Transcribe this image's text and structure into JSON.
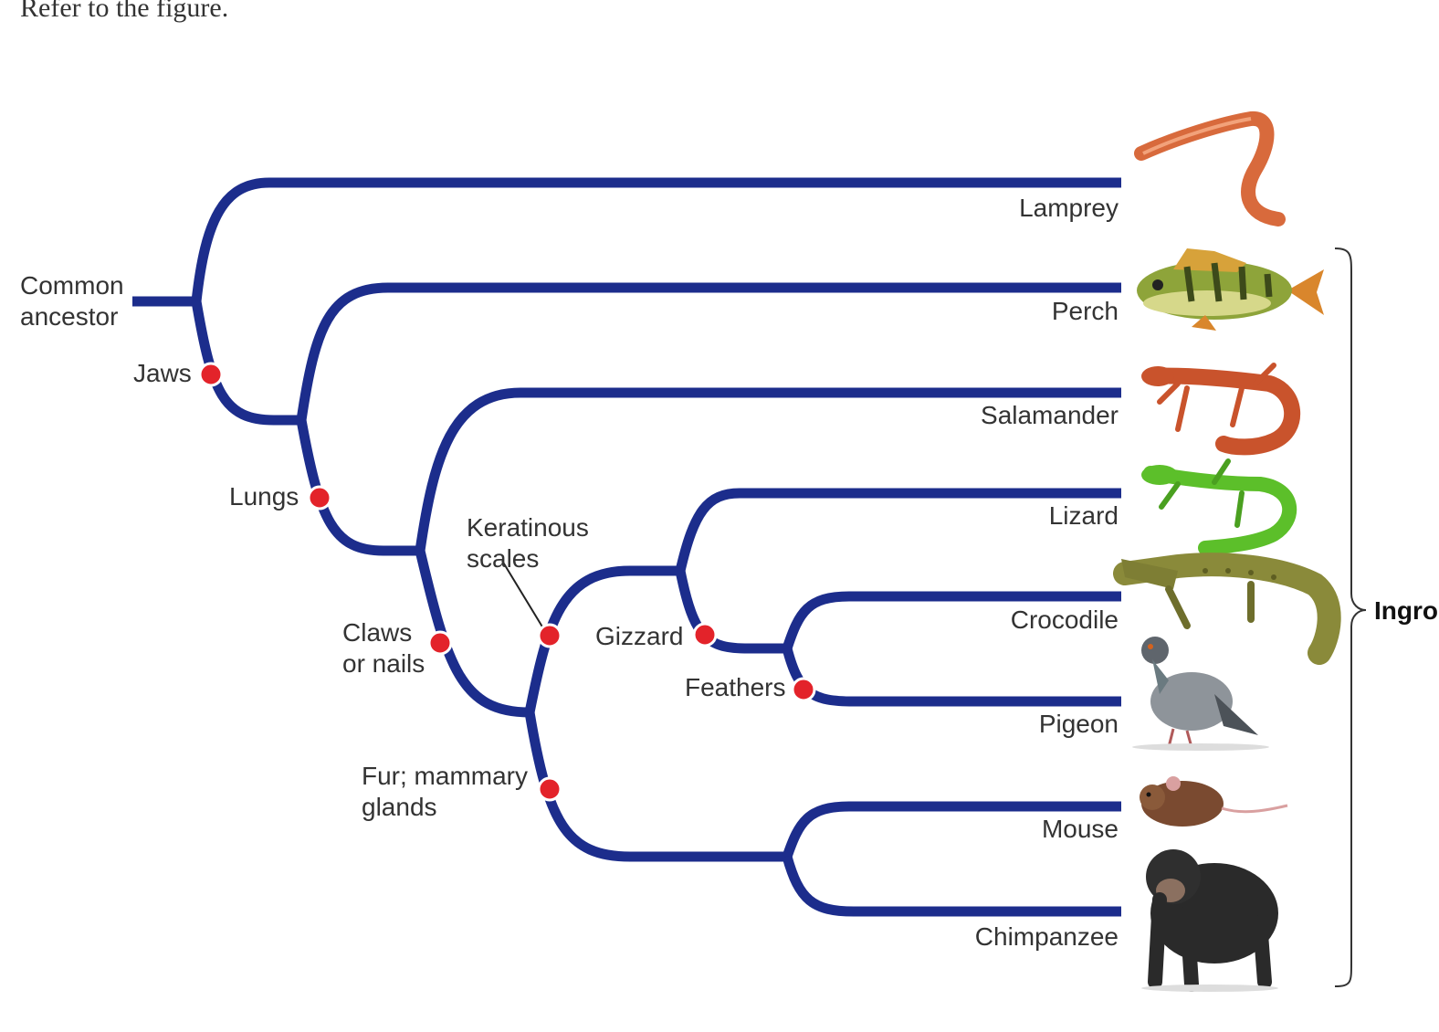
{
  "intro_text": "Refer to the figure.",
  "root_label": [
    "Common",
    "ancestor"
  ],
  "taxa": [
    "Lamprey",
    "Perch",
    "Salamander",
    "Lizard",
    "Crocodile",
    "Pigeon",
    "Mouse",
    "Chimpanzee"
  ],
  "characters": {
    "jaws": [
      "Jaws"
    ],
    "lungs": [
      "Lungs"
    ],
    "claws": [
      "Claws",
      "or nails"
    ],
    "keratinous": [
      "Keratinous",
      "scales"
    ],
    "gizzard": [
      "Gizzard"
    ],
    "feathers": [
      "Feathers"
    ],
    "fur": [
      "Fur; mammary",
      "glands"
    ]
  },
  "bracket_label": "Ingroup",
  "colors": {
    "branch": "#1c2d8c",
    "character_marker": "#e3232a",
    "text": "#333333"
  },
  "icons": [
    "lamprey-icon",
    "perch-icon",
    "salamander-icon",
    "lizard-icon",
    "crocodile-icon",
    "pigeon-icon",
    "mouse-icon",
    "chimpanzee-icon"
  ]
}
